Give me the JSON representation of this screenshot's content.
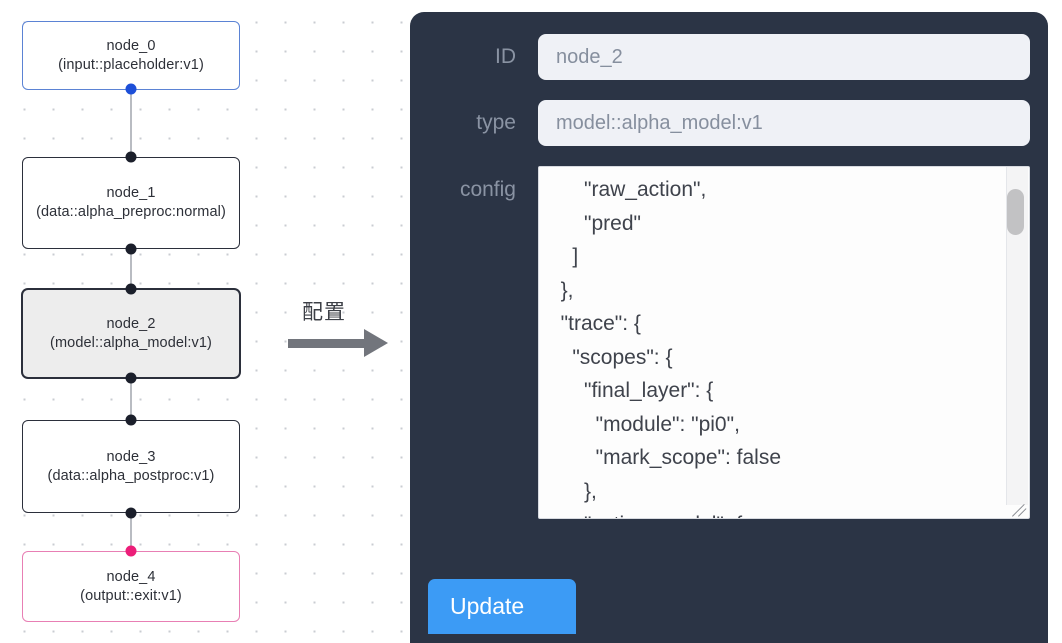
{
  "graph": {
    "nodes": [
      {
        "id": "node_0",
        "title": "node_0",
        "subtitle": "(input::placeholder:v1)",
        "kind": "input",
        "selected": false
      },
      {
        "id": "node_1",
        "title": "node_1",
        "subtitle": "(data::alpha_preproc:normal)",
        "kind": "default",
        "selected": false
      },
      {
        "id": "node_2",
        "title": "node_2",
        "subtitle": "(model::alpha_model:v1)",
        "kind": "default",
        "selected": true
      },
      {
        "id": "node_3",
        "title": "node_3",
        "subtitle": "(data::alpha_postproc:v1)",
        "kind": "default",
        "selected": false
      },
      {
        "id": "node_4",
        "title": "node_4",
        "subtitle": "(output::exit:v1)",
        "kind": "output",
        "selected": false
      }
    ],
    "colors": {
      "input_border": "#5b83d4",
      "output_border": "#e87fb4",
      "default_border": "#2b2f3b",
      "selected_fill": "#ededed",
      "edge": "#b9bcc2",
      "handle": "#1b1f2b",
      "handle_input": "#1d4fd8",
      "handle_output": "#ec1e79"
    }
  },
  "arrow": {
    "caption": "配置",
    "color": "#72757c"
  },
  "panel": {
    "background": "#2b3445",
    "fields": [
      {
        "label": "ID",
        "value": "node_2"
      },
      {
        "label": "type",
        "value": "model::alpha_model:v1"
      }
    ],
    "config": {
      "label": "config",
      "value": "      \"raw_action\",\n      \"pred\"\n    ]\n  },\n  \"trace\": {\n    \"scopes\": {\n      \"final_layer\": {\n        \"module\": \"pi0\",\n        \"mark_scope\": false\n      },\n      \"action_model\": {"
    },
    "update_label": "Update",
    "update_color": "#3c9bf5"
  }
}
